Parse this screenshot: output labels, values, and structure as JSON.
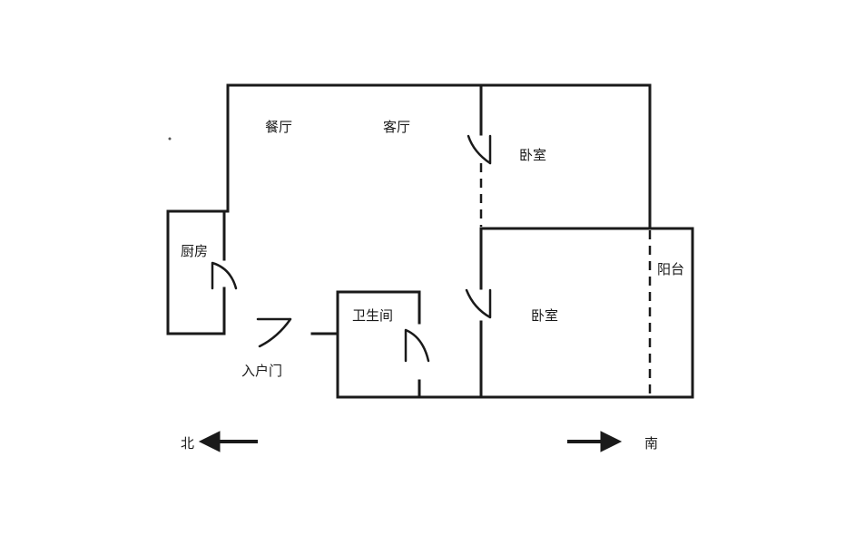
{
  "rooms": {
    "dining": "餐厅",
    "living": "客厅",
    "bedroom_north": "卧室",
    "kitchen": "厨房",
    "bathroom": "卫生间",
    "bedroom_south": "卧室",
    "balcony": "阳台"
  },
  "entrance": "入户门",
  "compass": {
    "north": "北",
    "south": "南"
  }
}
